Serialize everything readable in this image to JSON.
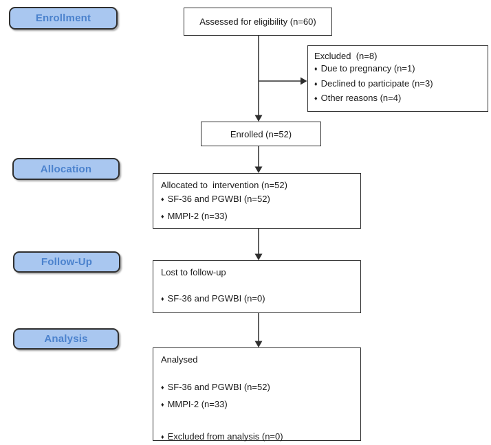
{
  "bullet_char": "♦",
  "stages": {
    "enrollment": "Enrollment",
    "allocation": "Allocation",
    "followup": "Follow-Up",
    "analysis": "Analysis"
  },
  "boxes": {
    "assessed": {
      "title": "Assessed for eligibility (n=60)"
    },
    "excluded": {
      "title": "Excluded  (n=8)",
      "items": [
        "Due to pregnancy (n=1)",
        "Declined to participate (n=3)",
        "Other reasons (n=4)"
      ]
    },
    "enrolled": {
      "title": "Enrolled (n=52)"
    },
    "allocated": {
      "title": "Allocated to  intervention (n=52)",
      "items": [
        "SF-36 and PGWBI (n=52)",
        "MMPI-2 (n=33)"
      ]
    },
    "lost": {
      "title": "Lost to follow-up",
      "items": [
        "SF-36 and PGWBI (n=0)"
      ]
    },
    "analysed": {
      "title": "Analysed",
      "items": [
        "SF-36 and PGWBI (n=52)",
        "MMPI-2 (n=33)"
      ],
      "excluded_item": "Excluded from analysis (n=0)"
    }
  },
  "colors": {
    "stage_fill": "#a9c7f0",
    "stage_text": "#4b82cd",
    "stage_border": "#2f2f2f",
    "box_border": "#2d2d2d",
    "box_text": "#1a1a1a",
    "arrow": "#2e2e2e"
  }
}
